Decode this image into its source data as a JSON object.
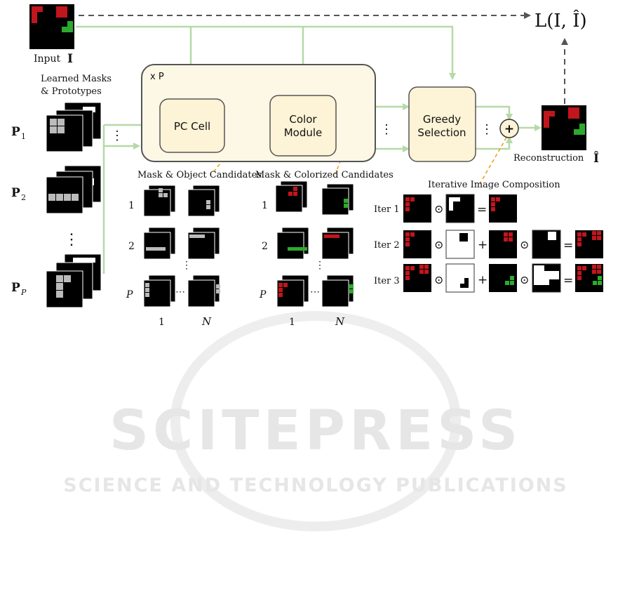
{
  "input": {
    "label": "Input",
    "symbol": "I"
  },
  "loss": {
    "label": "L(I, Î)"
  },
  "prototypes": {
    "title_line1": "Learned Masks",
    "title_line2": "& Prototypes",
    "p1": "P1",
    "p2": "P2",
    "pp": "PP",
    "p1_main": "P",
    "p1_sub": "1",
    "p2_main": "P",
    "p2_sub": "2",
    "pp_main": "P",
    "pp_sub": "P"
  },
  "module_group": {
    "repeat_label": "x P"
  },
  "pc_cell": {
    "label": "PC Cell"
  },
  "color_module": {
    "line1": "Color",
    "line2": "Module"
  },
  "greedy": {
    "line1": "Greedy",
    "line2": "Selection"
  },
  "plus": {
    "symbol": "+"
  },
  "reconstruction": {
    "label": "Reconstruction",
    "symbol": "Î"
  },
  "candidates_left": {
    "title": "Mask & Object Candidates",
    "rows": [
      "1",
      "2",
      "P"
    ],
    "cols": [
      "1",
      "N"
    ]
  },
  "candidates_right": {
    "title": "Mask & Colorized Candidates",
    "rows": [
      "1",
      "2",
      "P"
    ],
    "cols": [
      "1",
      "N"
    ]
  },
  "composition": {
    "title": "Iterative Image Composition",
    "iters": [
      "Iter 1",
      "Iter 2",
      "Iter 3"
    ],
    "odot": "⊙",
    "plus": "+",
    "equals": "="
  },
  "ellipsis": {
    "v": "⋮",
    "h": "⋯"
  },
  "watermark": {
    "line1": "SCITEPRESS",
    "line2": "SCIENCE AND TECHNOLOGY PUBLICATIONS"
  },
  "colors": {
    "arrow_green": "#b6d9a8",
    "box_fill": "#fdf3d6",
    "outer_fill": "#fdf7e6",
    "red": "#c0161c",
    "green": "#2daa2d",
    "orange_dash": "#f0a020"
  }
}
